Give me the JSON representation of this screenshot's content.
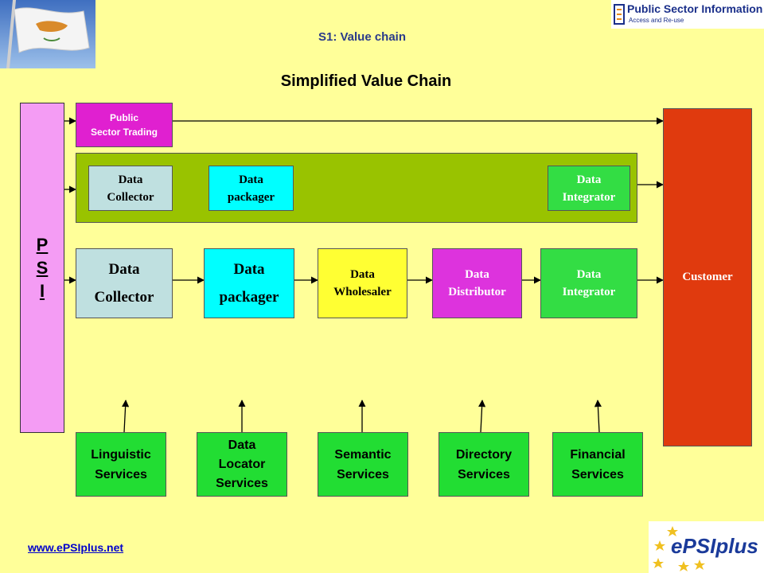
{
  "header": {
    "slide_label": "S1: Value chain",
    "title": "Simplified Value Chain",
    "psi_logo_text": "Public Sector Information",
    "psi_logo_subtext": "Access and Re-use"
  },
  "psi": {
    "label": "P\nS\nI"
  },
  "trading": {
    "label": "Public\nSector Trading"
  },
  "group_row": {
    "collector": "Data\nCollector",
    "packager": "Data\npackager",
    "integrator": "Data\nIntegrator"
  },
  "main_row": {
    "collector": "Data\nCollector",
    "packager": "Data\npackager",
    "wholesaler": "Data\nWholesaler",
    "distributor": "Data\nDistributor",
    "integrator": "Data\nIntegrator"
  },
  "customer": {
    "label": "Customer"
  },
  "services": {
    "linguistic": "Linguistic\nServices",
    "locator": "Data\nLocator\nServices",
    "semantic": "Semantic\nServices",
    "directory": "Directory\nServices",
    "financial": "Financial\nServices"
  },
  "footer": {
    "url": "www.ePSIplus.net",
    "epsi_logo": "ePSIplus"
  },
  "colors": {
    "background": "#ffff99",
    "psi": "#f49cf4",
    "trading": "#e020d0",
    "group": "#99c300",
    "light_blue": "#bfe0e0",
    "cyan": "#00ffff",
    "yellow": "#ffff33",
    "magenta": "#dd33dd",
    "green": "#33dd44",
    "customer": "#e03a0e",
    "services": "#22dd33"
  }
}
